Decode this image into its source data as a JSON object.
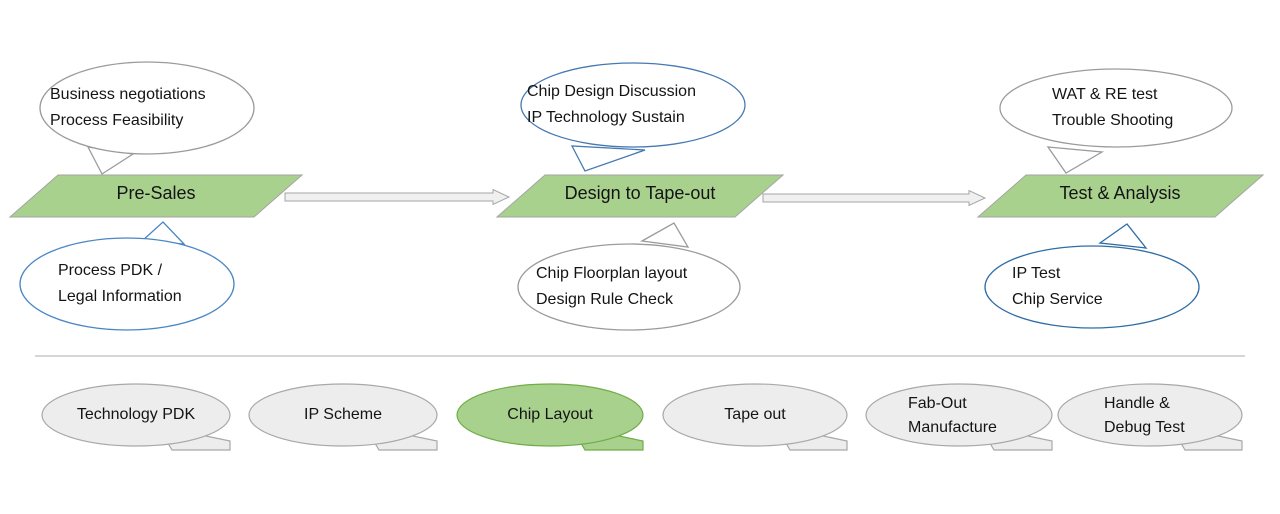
{
  "flow": {
    "stages": [
      {
        "label": "Pre-Sales",
        "top_bubble": {
          "line1": "Business negotiations",
          "line2": "Process Feasibility"
        },
        "bottom_bubble": {
          "line1": "Process PDK /",
          "line2": "Legal Information"
        }
      },
      {
        "label": "Design to Tape-out",
        "top_bubble": {
          "line1": "Chip Design Discussion",
          "line2": "IP Technology Sustain"
        },
        "bottom_bubble": {
          "line1": "Chip Floorplan layout",
          "line2": "Design Rule Check"
        }
      },
      {
        "label": "Test & Analysis",
        "top_bubble": {
          "line1": "WAT & RE test",
          "line2": "Trouble Shooting"
        },
        "bottom_bubble": {
          "line1": "IP Test",
          "line2": "Chip Service"
        }
      }
    ]
  },
  "pipeline": {
    "steps": [
      {
        "label": "Technology PDK",
        "highlighted": false
      },
      {
        "label": "IP Scheme",
        "highlighted": false
      },
      {
        "label": "Chip Layout",
        "highlighted": true
      },
      {
        "label": "Tape out",
        "highlighted": false
      },
      {
        "line1": "Fab-Out",
        "line2": "Manufacture",
        "highlighted": false
      },
      {
        "line1": "Handle &",
        "line2": "Debug Test",
        "highlighted": false
      }
    ]
  },
  "colors": {
    "stage_fill": "#a9d18e",
    "stage_border": "#a3a3a3",
    "oval_green_fill": "#a9d18e",
    "oval_green_border": "#70ad47",
    "oval_gray_fill": "#ededed",
    "oval_gray_border": "#a8a8a8",
    "bubble_fill": "#ffffff",
    "bubble_gray_border": "#9b9b9b",
    "bubble_blue_border": "#4579b2",
    "bubble_blue_light_border": "#4a86c5",
    "bubble_blue_dark_border": "#2e6da4",
    "arrow_fill": "#f0f0f0",
    "arrow_border": "#a6a6a6",
    "divider": "#c9c9c9",
    "text": "#141414"
  }
}
